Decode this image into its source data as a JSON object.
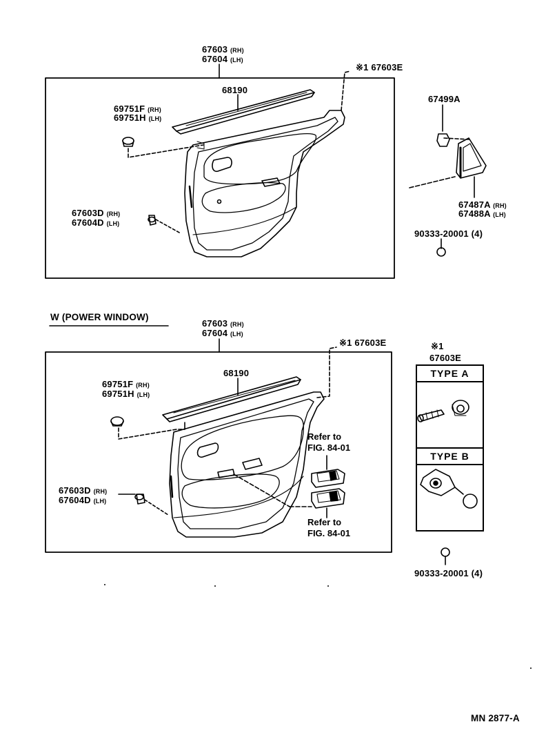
{
  "upper": {
    "trim_rh": "67603",
    "trim_lh": "67604",
    "rh": "(RH)",
    "lh": "(LH)",
    "note_mark": "※1",
    "clip_e": "67603E",
    "weatherstrip": "68190",
    "grommet_rh": "69751F",
    "grommet_lh": "69751H",
    "clip_d_rh": "67603D",
    "clip_d_lh": "67604D",
    "part_67499a": "67499A",
    "cover_rh": "67487A",
    "cover_lh": "67488A",
    "screw": "90333-20001 (4)"
  },
  "lower": {
    "section_title": "W (POWER WINDOW)",
    "trim_rh": "67603",
    "trim_lh": "67604",
    "rh": "(RH)",
    "lh": "(LH)",
    "note_mark": "※1",
    "clip_e": "67603E",
    "weatherstrip": "68190",
    "grommet_rh": "69751F",
    "grommet_lh": "69751H",
    "clip_d_rh": "67603D",
    "clip_d_lh": "67604D",
    "refer_to": "Refer  to",
    "fig_ref": "FIG. 84-01",
    "legend_mark": "※1",
    "legend_part": "67603E",
    "type_a": "TYPE  A",
    "type_b": "TYPE  B",
    "screw": "90333-20001 (4)"
  },
  "footer": {
    "code": "MN  2877-A"
  }
}
